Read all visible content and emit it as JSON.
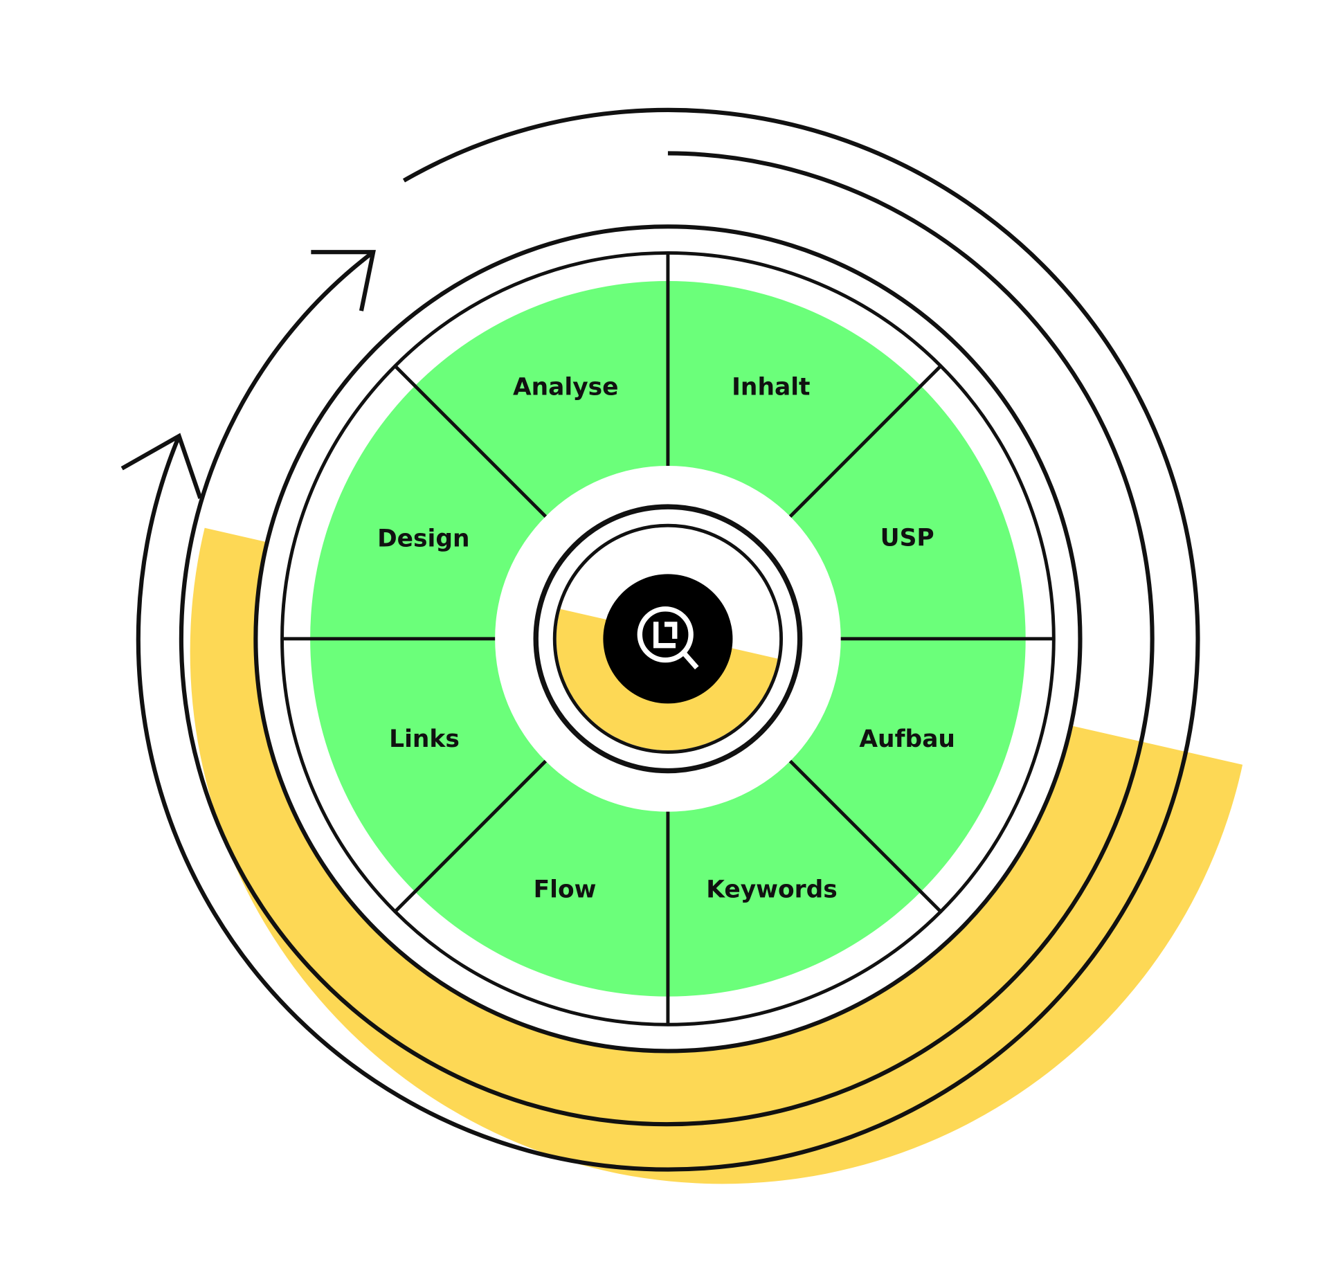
{
  "colors": {
    "segment_fill": "#6bff7a",
    "accent_yellow": "#fdd855",
    "stroke": "#111111",
    "logo_bg": "#000000",
    "logo_fg": "#ffffff"
  },
  "center_logo": {
    "icon": "magnifier-l1-logo-icon"
  },
  "segments": [
    {
      "label": "Analyse"
    },
    {
      "label": "Inhalt"
    },
    {
      "label": "USP"
    },
    {
      "label": "Aufbau"
    },
    {
      "label": "Keywords"
    },
    {
      "label": "Flow"
    },
    {
      "label": "Links"
    },
    {
      "label": "Design"
    }
  ],
  "cycle_arrows": [
    {
      "icon": "arrow-clockwise-outer-icon"
    },
    {
      "icon": "arrow-clockwise-inner-icon"
    }
  ]
}
